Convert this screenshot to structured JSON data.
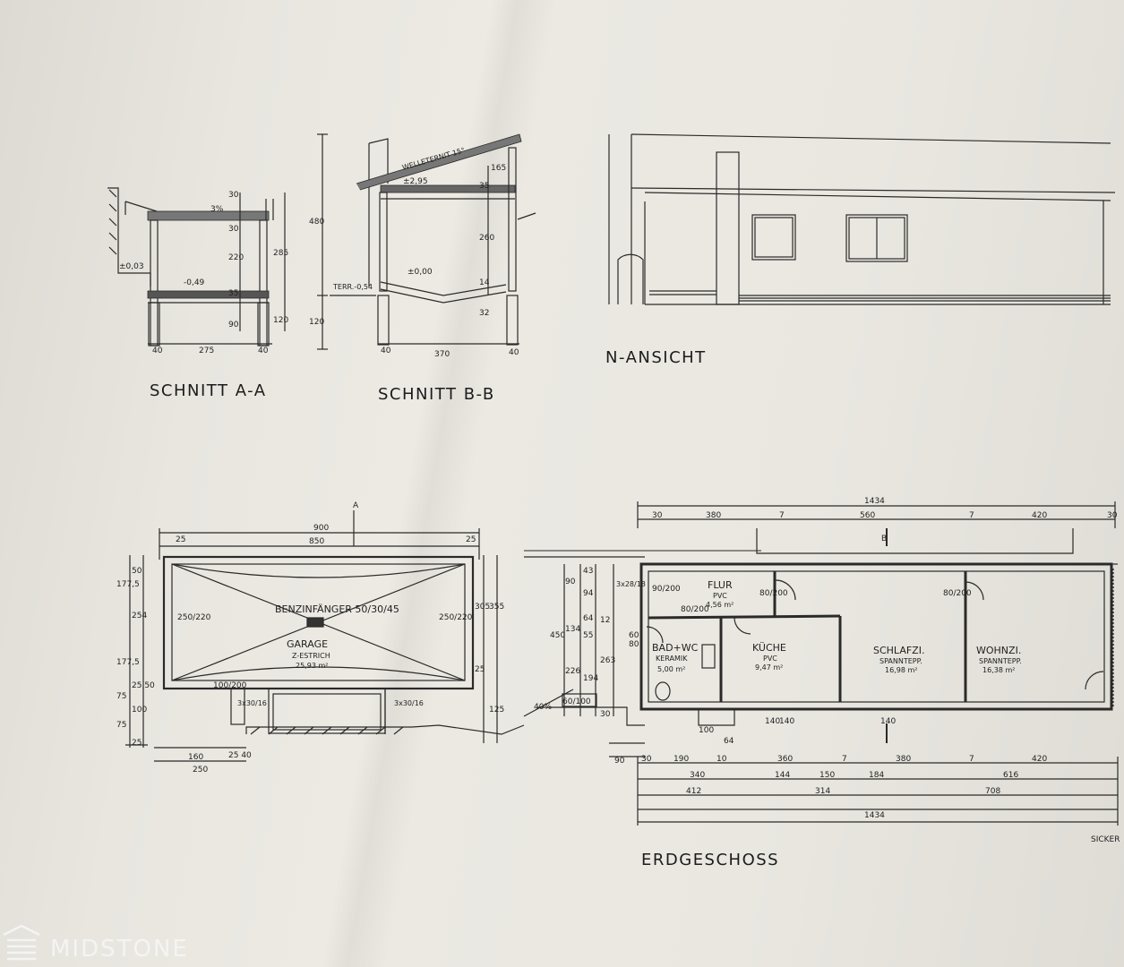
{
  "labels": {
    "schnitt_a": "SCHNITT A-A",
    "schnitt_b": "SCHNITT B-B",
    "n_ansicht": "N-ANSICHT",
    "erdgeschoss": "ERDGESCHOSS",
    "watermark": "MIDSTONE",
    "sicker": "SICKER",
    "welleternit": "WELLETERNIT 15°",
    "terr": "TERR.-0,54"
  },
  "section_a_dims": {
    "top": "30",
    "slope": "3%",
    "d30": "30",
    "d220": "220",
    "d35": "35",
    "d90": "90",
    "h285": "285",
    "h120": "120",
    "lvl_003": "±0,03",
    "lvl_049": "-0,49",
    "w40a": "40",
    "w275": "275",
    "w40b": "40"
  },
  "section_b_dims": {
    "h480": "480",
    "h120": "120",
    "lvl_295": "±2,95",
    "lvl_000": "±0,00",
    "d35": "35",
    "d165": "165",
    "d260": "260",
    "d14": "14",
    "d32": "32",
    "w40a": "40",
    "w370": "370",
    "w40b": "40"
  },
  "garage": {
    "room": "GARAGE",
    "floor": "Z-ESTRICH",
    "area": "25,93 m²",
    "fanger": "BENZINFÄNGER 50/30/45",
    "dims": {
      "w900": "900",
      "w850": "850",
      "w25a": "25",
      "w25b": "25",
      "h1775a": "177,5",
      "h1775b": "177,5",
      "h254": "254",
      "h50": "50",
      "h305": "305",
      "h355": "355",
      "h25": "25",
      "h125": "125",
      "h75a": "75",
      "h2550": "25,50",
      "h100": "100",
      "h75b": "75",
      "h25b": "25",
      "w250": "250",
      "w160": "160",
      "w2540": "25 40",
      "door_l": "250/220",
      "door_r": "250/220",
      "win": "100/200",
      "vent_l": "3x30/16",
      "vent_r": "3x30/16",
      "mark_a": "A"
    }
  },
  "rooms": [
    {
      "name": "FLUR",
      "floor": "PVC",
      "area": "4,56 m²"
    },
    {
      "name": "BAD+WC",
      "floor": "KERAMIK",
      "area": "5,00 m²"
    },
    {
      "name": "KÜCHE",
      "floor": "PVC",
      "area": "9,47 m²"
    },
    {
      "name": "SCHLAFZI.",
      "floor": "SPANNTEPP.",
      "area": "16,98 m²"
    },
    {
      "name": "WOHNZI.",
      "floor": "SPANNTEPP.",
      "area": "16,38 m²"
    }
  ],
  "plan_dims": {
    "top_total": "1434",
    "t30a": "30",
    "t380": "380",
    "t7a": "7",
    "t560": "560",
    "t7b": "7",
    "t420": "420",
    "t30b": "30",
    "b30": "30",
    "b190": "190",
    "b10": "10",
    "b360": "360",
    "b7a": "7",
    "b380": "380",
    "b7b": "7",
    "b420": "420",
    "c340": "340",
    "c144": "144",
    "c150": "150",
    "c184": "184",
    "c616": "616",
    "d412": "412",
    "d314": "314",
    "d708": "708",
    "total": "1434",
    "v450": "450",
    "v90": "90",
    "v134": "134",
    "v226": "226",
    "v43": "43",
    "v94": "94",
    "v64": "64",
    "v55": "55",
    "v194": "194",
    "v263": "263",
    "v12": "12",
    "v30": "30",
    "v90b": "90",
    "door_80_200a": "80/200",
    "door_80_200b": "80/200",
    "door_80_200c": "80/200",
    "door_90_200": "90/200",
    "win_60_100": "60/100",
    "win_3x": "3x28/18",
    "w140a": "140",
    "w140b": "140",
    "w140c": "140",
    "w64": "64",
    "w100": "100",
    "v60": "60",
    "v80": "80",
    "grad": "40%",
    "mark_b": "B"
  }
}
